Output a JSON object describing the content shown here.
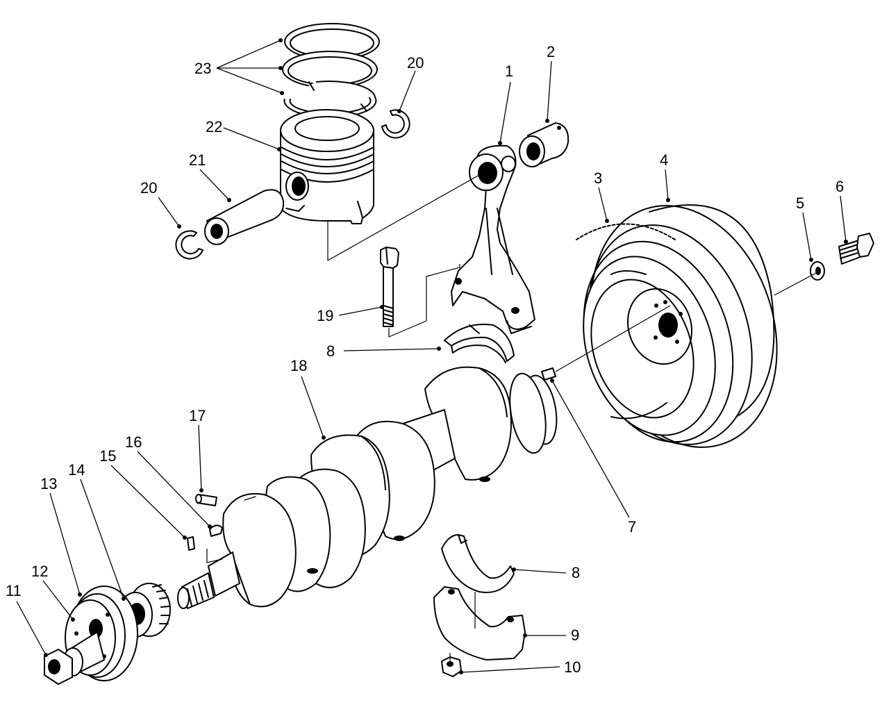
{
  "callouts": [
    {
      "id": "c1",
      "label": "1"
    },
    {
      "id": "c2",
      "label": "2"
    },
    {
      "id": "c3",
      "label": "3"
    },
    {
      "id": "c4",
      "label": "4"
    },
    {
      "id": "c5",
      "label": "5"
    },
    {
      "id": "c6",
      "label": "6"
    },
    {
      "id": "c7",
      "label": "7"
    },
    {
      "id": "c8a",
      "label": "8"
    },
    {
      "id": "c8b",
      "label": "8"
    },
    {
      "id": "c9",
      "label": "9"
    },
    {
      "id": "c10",
      "label": "10"
    },
    {
      "id": "c11",
      "label": "11"
    },
    {
      "id": "c12",
      "label": "12"
    },
    {
      "id": "c13",
      "label": "13"
    },
    {
      "id": "c14",
      "label": "14"
    },
    {
      "id": "c15",
      "label": "15"
    },
    {
      "id": "c16",
      "label": "16"
    },
    {
      "id": "c17",
      "label": "17"
    },
    {
      "id": "c18",
      "label": "18"
    },
    {
      "id": "c19",
      "label": "19"
    },
    {
      "id": "c20a",
      "label": "20"
    },
    {
      "id": "c20b",
      "label": "20"
    },
    {
      "id": "c21",
      "label": "21"
    },
    {
      "id": "c22",
      "label": "22"
    },
    {
      "id": "c23",
      "label": "23"
    }
  ]
}
